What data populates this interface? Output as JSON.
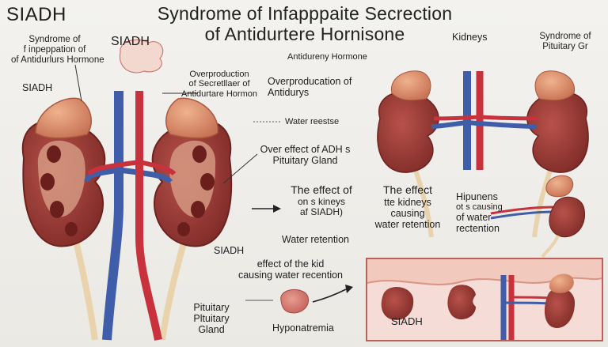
{
  "title": {
    "line1": "Syndrome of Infapppaite Secrection",
    "line2": "of Antidurtere Hornisone"
  },
  "left_labels": {
    "siadh_large": "SIADH",
    "syndrome_line1": "Syndrome of",
    "syndrome_line2": "f inpeppation of",
    "syndrome_line3": "of Antidurlurs Hormone",
    "siadh_side": "SIADH",
    "siadh_blob": "SIADH"
  },
  "center_labels": {
    "antidiuretic": "Antidureny Hormone",
    "overproduction1_line1": "Overproduction",
    "overproduction1_line2": "of Secretllaer of",
    "overproduction1_line3": "Antidurtare Hormon",
    "overproduction2_line1": "Overproducation of",
    "overproduction2_line2": "Antidurys",
    "water_reestse": "Water reestse",
    "over_effect_line1": "Over effect of ADH s",
    "over_effect_line2": "Pituitary Gland",
    "effect_left_line1": "The effect of",
    "effect_left_line2": "on s kineys",
    "effect_left_line3": "af SIADH)",
    "effect_right_line1": "The effect",
    "effect_right_line2": "tte kidneys",
    "effect_right_line3": "causing",
    "effect_right_line4": "water retention",
    "water_retention": "Water retention",
    "siadh_mid": "SIADH",
    "effect_kid_line1": "effect of the kid",
    "effect_kid_line2": "causing water recention",
    "pituitary_line1": "Pituitary",
    "pituitary_line2": "Pltuitary",
    "pituitary_line3": "Gland",
    "hyponatremia": "Hyponatremia"
  },
  "right_labels": {
    "kidneys": "Kidneys",
    "syndrome_line1": "Syndrome of",
    "syndrome_line2": "Pituitary Gr",
    "hipunens_line1": "Hipunens",
    "hipunens_line2": "ot s causing",
    "hipunens_line3": "of water",
    "hipunens_line4": "rectention",
    "inset_siadh": "SIADH"
  },
  "colors": {
    "kidney": "#9a3a36",
    "kidney_cortex": "#c46a5e",
    "adrenal": "#d98a6a",
    "vein": "#3f5da8",
    "artery": "#c8323c",
    "ureter": "#e8cfa0",
    "inset_border": "#b9615a",
    "inset_fill": "#f6dcd6"
  }
}
